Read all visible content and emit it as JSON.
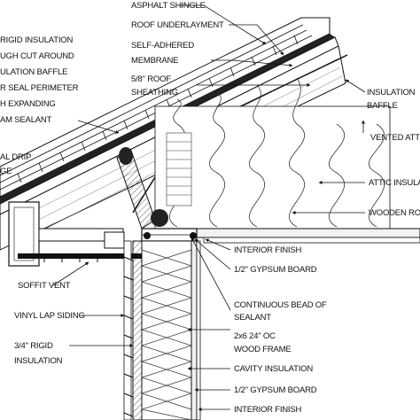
{
  "labels": {
    "asphalt_shingle": "ASPHALT SHINGLE",
    "roof_underlayment": "ROOF UNDERLAYMENT",
    "self_adhered_1": "SELF-ADHERED",
    "self_adhered_2": "MEMBRANE",
    "sheathing_1": "5/8\" ROOF",
    "sheathing_2": "SHEATHING",
    "insulation_baffle_1": "INSULATION",
    "insulation_baffle_2": "BAFFLE",
    "vented_attic": "VENTED ATTIC",
    "attic_insulation": "ATTIC INSULATION",
    "wooden_roof": "WOODEN ROOF",
    "interior_finish_top": "INTERIOR FINISH",
    "gypsum_top": "1/2\" GYPSUM BOARD",
    "sealant_1": "CONTINUOUS BEAD OF",
    "sealant_2": "SEALANT",
    "wood_frame_1": "2x6 24\" OC",
    "wood_frame_2": "WOOD FRAME",
    "cavity_insulation": "CAVITY INSULATION",
    "gypsum_bottom": "1/2\" GYPSUM BOARD",
    "interior_finish_bottom": "INTERIOR FINISH",
    "left_rigid_1": "RIGID INSULATION",
    "left_rigid_2": "UGH CUT AROUND",
    "left_rigid_3": "ULATION BAFFLE",
    "left_rigid_4": "R SEAL PERIMETER",
    "left_rigid_5": "H EXPANDING",
    "left_rigid_6": "AM SEALANT",
    "drip_1": "AL DRIP",
    "drip_2": "GE",
    "soffit_vent": "SOFFIT VENT",
    "vinyl_siding": "VINYL LAP SIDING",
    "rigid_34_1": "3/4\" RIGID",
    "rigid_34_2": "INSULATION"
  }
}
